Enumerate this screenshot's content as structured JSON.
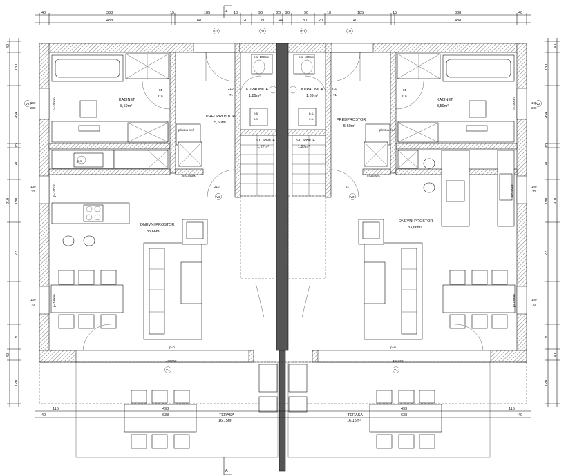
{
  "top_dims_row1": [
    "40",
    "338",
    "15",
    "185",
    "10",
    "90",
    "20",
    "20",
    "90",
    "10",
    "185",
    "15",
    "338",
    "40"
  ],
  "top_dims_row2": [
    "438",
    "140",
    "20",
    "80",
    "44",
    "80",
    "20",
    "140",
    "438"
  ],
  "section_marker": "A",
  "left_dims": [
    "40",
    "130",
    "264",
    "15",
    "140",
    "910",
    "190",
    "221",
    "119",
    "40",
    "120"
  ],
  "right_dims": [
    "40",
    "130",
    "264",
    "15",
    "140",
    "910",
    "190",
    "221",
    "119",
    "40",
    "120"
  ],
  "doors": [
    "V1",
    "D1",
    "D1",
    "V1",
    "V2",
    "V2",
    "V3",
    "V3",
    "V4",
    "V4"
  ],
  "door_sizes": {
    "d81": "81",
    "d210": "210",
    "d71": "71",
    "d100": "100",
    "d230": "230",
    "d70": "70",
    "d90": "90",
    "d180": "180",
    "d493": "493",
    "d250": "250"
  },
  "rooms": {
    "kabinet_l": {
      "name": "KABINET",
      "area": "8,59m²"
    },
    "kabinet_r": {
      "name": "KABINET",
      "area": "8,59m²"
    },
    "kupaonica_l": {
      "name": "KUPAONICA",
      "area": "1,89m²"
    },
    "kupaonica_r": {
      "name": "KUPAONICA",
      "area": "1,89m²"
    },
    "predprostor_l": {
      "name": "PREDPROSTOR",
      "area": "5,60m²"
    },
    "predprostor_r": {
      "name": "PREDPROSTOR",
      "area": "5,60m²"
    },
    "stopnice_l": {
      "name": "STOPNICE",
      "area": "1,27m²"
    },
    "stopnice_r": {
      "name": "STOPNICE",
      "area": "1,27m²"
    },
    "dnevni_l": {
      "name": "DNEVNI PROSTOR",
      "area": "33,66m²"
    },
    "dnevni_r": {
      "name": "DNEVNI PROSTOR",
      "area": "33,66m²"
    },
    "terasa_l": {
      "name": "TERASA",
      "area": "16,15m²"
    },
    "terasa_r": {
      "name": "TERASA",
      "area": "16,15m²"
    }
  },
  "fixtures": {
    "ps": "p.s.",
    "ss": "s.s.",
    "ps_100": "p.s. 100cm",
    "plinska_pec": "plinska peć",
    "inst_jasek": "inst.jašek",
    "p100": "p=100cm",
    "p0": "p=0"
  },
  "bottom_dims_row1": [
    "115",
    "493",
    "493",
    "115"
  ],
  "bottom_dims_row2": [
    "40",
    "638",
    "638",
    "40"
  ]
}
